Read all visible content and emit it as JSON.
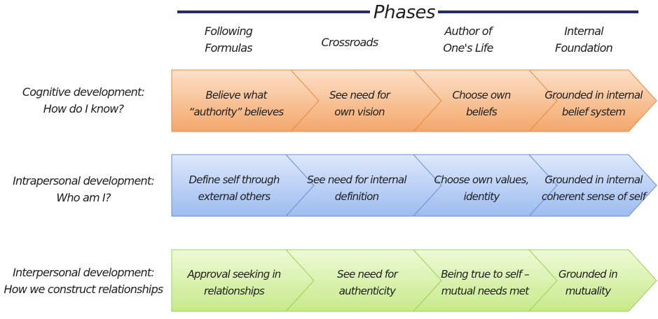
{
  "header": {
    "title": "Phases",
    "line_color": "#1f2d6b",
    "phases": [
      {
        "line1": "Following",
        "line2": "Formulas"
      },
      {
        "line1": "Crossroads",
        "line2": ""
      },
      {
        "line1": "Author of",
        "line2": "One's Life"
      },
      {
        "line1": "Internal",
        "line2": "Foundation"
      }
    ]
  },
  "rows": [
    {
      "label_line1": "Cognitive development:",
      "label_line2": "How do I know?",
      "fill_top": "#fde0c8",
      "fill_bottom": "#f3a76a",
      "stroke": "#e48a45",
      "cells": [
        {
          "line1": "Believe what",
          "line2": "“authority” believes"
        },
        {
          "line1": "See need for",
          "line2": "own vision"
        },
        {
          "line1": "Choose own",
          "line2": "beliefs"
        },
        {
          "line1": "Grounded in internal",
          "line2": "belief system"
        }
      ]
    },
    {
      "label_line1": "Intrapersonal development:",
      "label_line2": "Who am I?",
      "fill_top": "#dde8fb",
      "fill_bottom": "#9dbcf0",
      "stroke": "#6a8fd0",
      "cells": [
        {
          "line1": "Define self through",
          "line2": "external others"
        },
        {
          "line1": "See need for internal",
          "line2": "definition"
        },
        {
          "line1": "Choose own values,",
          "line2": "identity"
        },
        {
          "line1": "Grounded in internal",
          "line2": "coherent sense of self"
        }
      ]
    },
    {
      "label_line1": "Interpersonal development:",
      "label_line2": "How we construct relationships",
      "fill_top": "#eef9d6",
      "fill_bottom": "#c7ea8a",
      "stroke": "#9bcf5a",
      "cells": [
        {
          "line1": "Approval seeking in",
          "line2": "relationships"
        },
        {
          "line1": "See need for",
          "line2": "authenticity"
        },
        {
          "line1": "Being true to self –",
          "line2": "mutual needs met"
        },
        {
          "line1": "Grounded in",
          "line2": "mutuality"
        }
      ]
    }
  ]
}
